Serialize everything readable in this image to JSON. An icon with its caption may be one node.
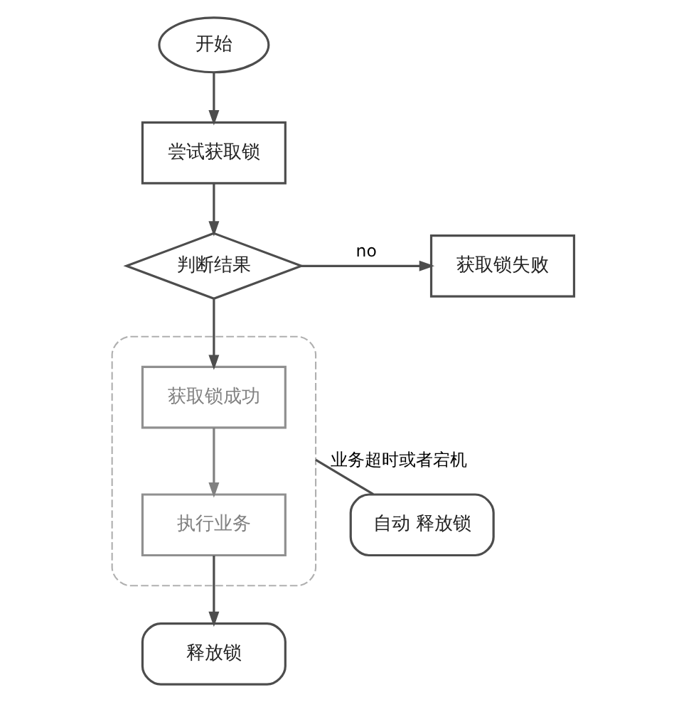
{
  "diagram": {
    "nodes": [
      {
        "text": [
          "开始"
        ]
      },
      {
        "text": [
          "尝试获取锁"
        ]
      },
      {
        "text": [
          "判断结果"
        ]
      },
      {
        "text": [
          "获取锁失败"
        ]
      },
      {
        "text": [],
        "shape": "box"
      },
      {
        "text": [
          "获取锁成功"
        ],
        "in": 4
      },
      {
        "text": [
          "执行业务"
        ],
        "in": 4
      },
      {
        "text": [
          "释放锁"
        ]
      },
      {
        "text": [
          "自动 释放锁"
        ]
      }
    ],
    "edges": [
      {
        "from": 0,
        "to": 1,
        "arrow": "to"
      },
      {
        "from": 1,
        "to": 2,
        "arrow": "to"
      },
      {
        "from": 2,
        "to": 3,
        "arrow": "to",
        "label": "no"
      },
      {
        "from": 2,
        "to": 5,
        "arrow": "to"
      },
      {
        "from": 5,
        "to": 6,
        "arrow": "to",
        "color": "#808080"
      },
      {
        "from": 6,
        "to": 7,
        "arrow": "to"
      },
      {
        "from": 4,
        "to": 8,
        "arrow": "none",
        "label": "业务超时或者宕机"
      }
    ]
  }
}
